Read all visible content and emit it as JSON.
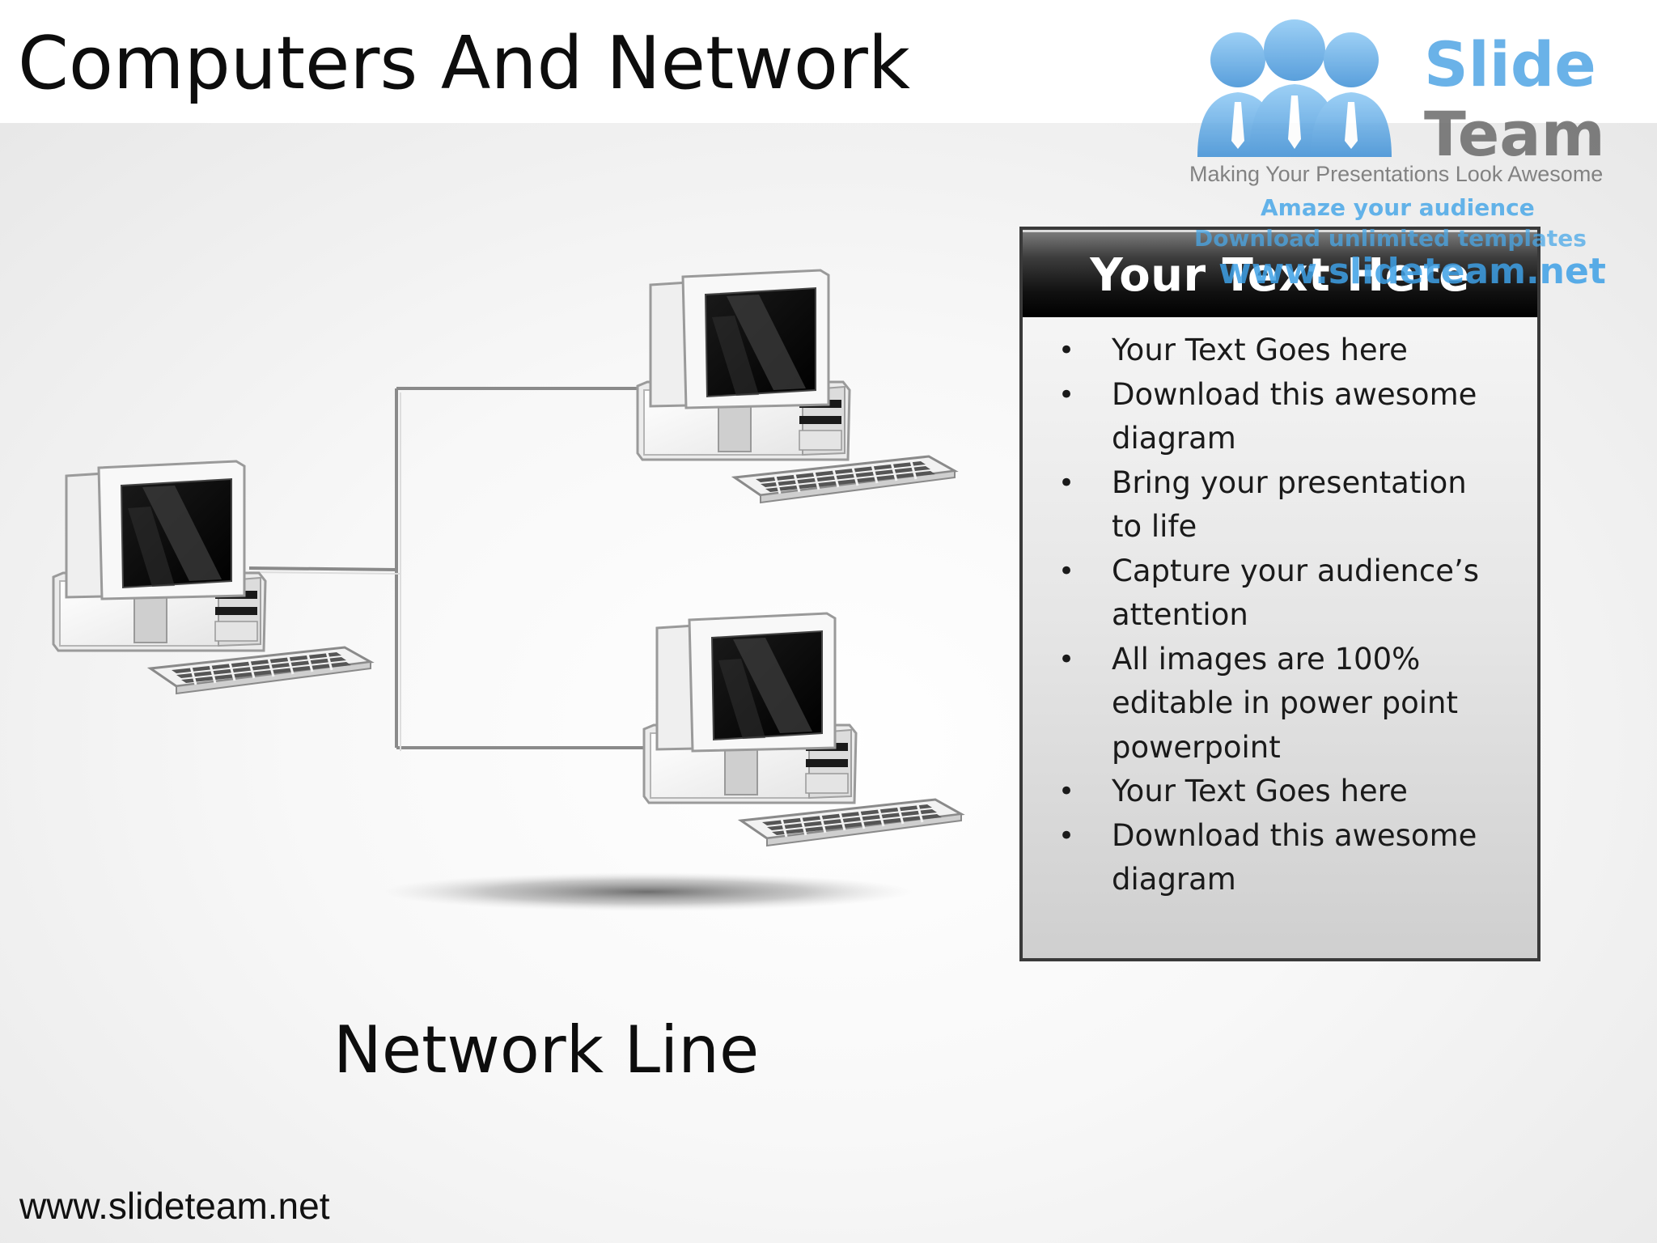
{
  "slide": {
    "title": "Computers And Network",
    "network_label": "Network Line",
    "footer_url": "www.slideteam.net"
  },
  "panel": {
    "title": "Your Text Here",
    "bullets": [
      {
        "text": "Your Text Goes here",
        "lines": [
          "Your Text Goes here"
        ]
      },
      {
        "text": "Download this awesome diagram",
        "lines": [
          "Download this awesome",
          "diagram"
        ]
      },
      {
        "text": "Bring your presentation to life",
        "lines": [
          "Bring your presentation",
          "to life"
        ]
      },
      {
        "text": "Capture your audience’s attention",
        "lines": [
          "Capture your audience’s",
          "attention"
        ]
      },
      {
        "text": "All images are 100% editable in power point powerpoint",
        "lines": [
          "All images are 100%",
          "editable in power point",
          "powerpoint"
        ]
      },
      {
        "text": "Your Text Goes here",
        "lines": [
          "Your Text Goes here"
        ]
      },
      {
        "text": "Download this awesome diagram",
        "lines": [
          "Download this awesome",
          "diagram"
        ]
      }
    ]
  },
  "logo": {
    "brand_line1": "Slide",
    "brand_line2": "Team",
    "tagline": "Making Your Presentations Look Awesome",
    "promo1": "Amaze your audience",
    "promo2": "Download unlimited templates",
    "promo3": "www.slideteam.net"
  },
  "diagram": {
    "nodes": [
      "computer-left",
      "computer-top-right",
      "computer-bottom-right"
    ],
    "connections": [
      [
        "computer-left",
        "computer-top-right"
      ],
      [
        "computer-left",
        "computer-bottom-right"
      ]
    ]
  },
  "colors": {
    "panel_border": "#3a3a3a",
    "panel_header": "#111111",
    "logo_blue": "#4a9fe0",
    "line": "#8a8a8a"
  }
}
